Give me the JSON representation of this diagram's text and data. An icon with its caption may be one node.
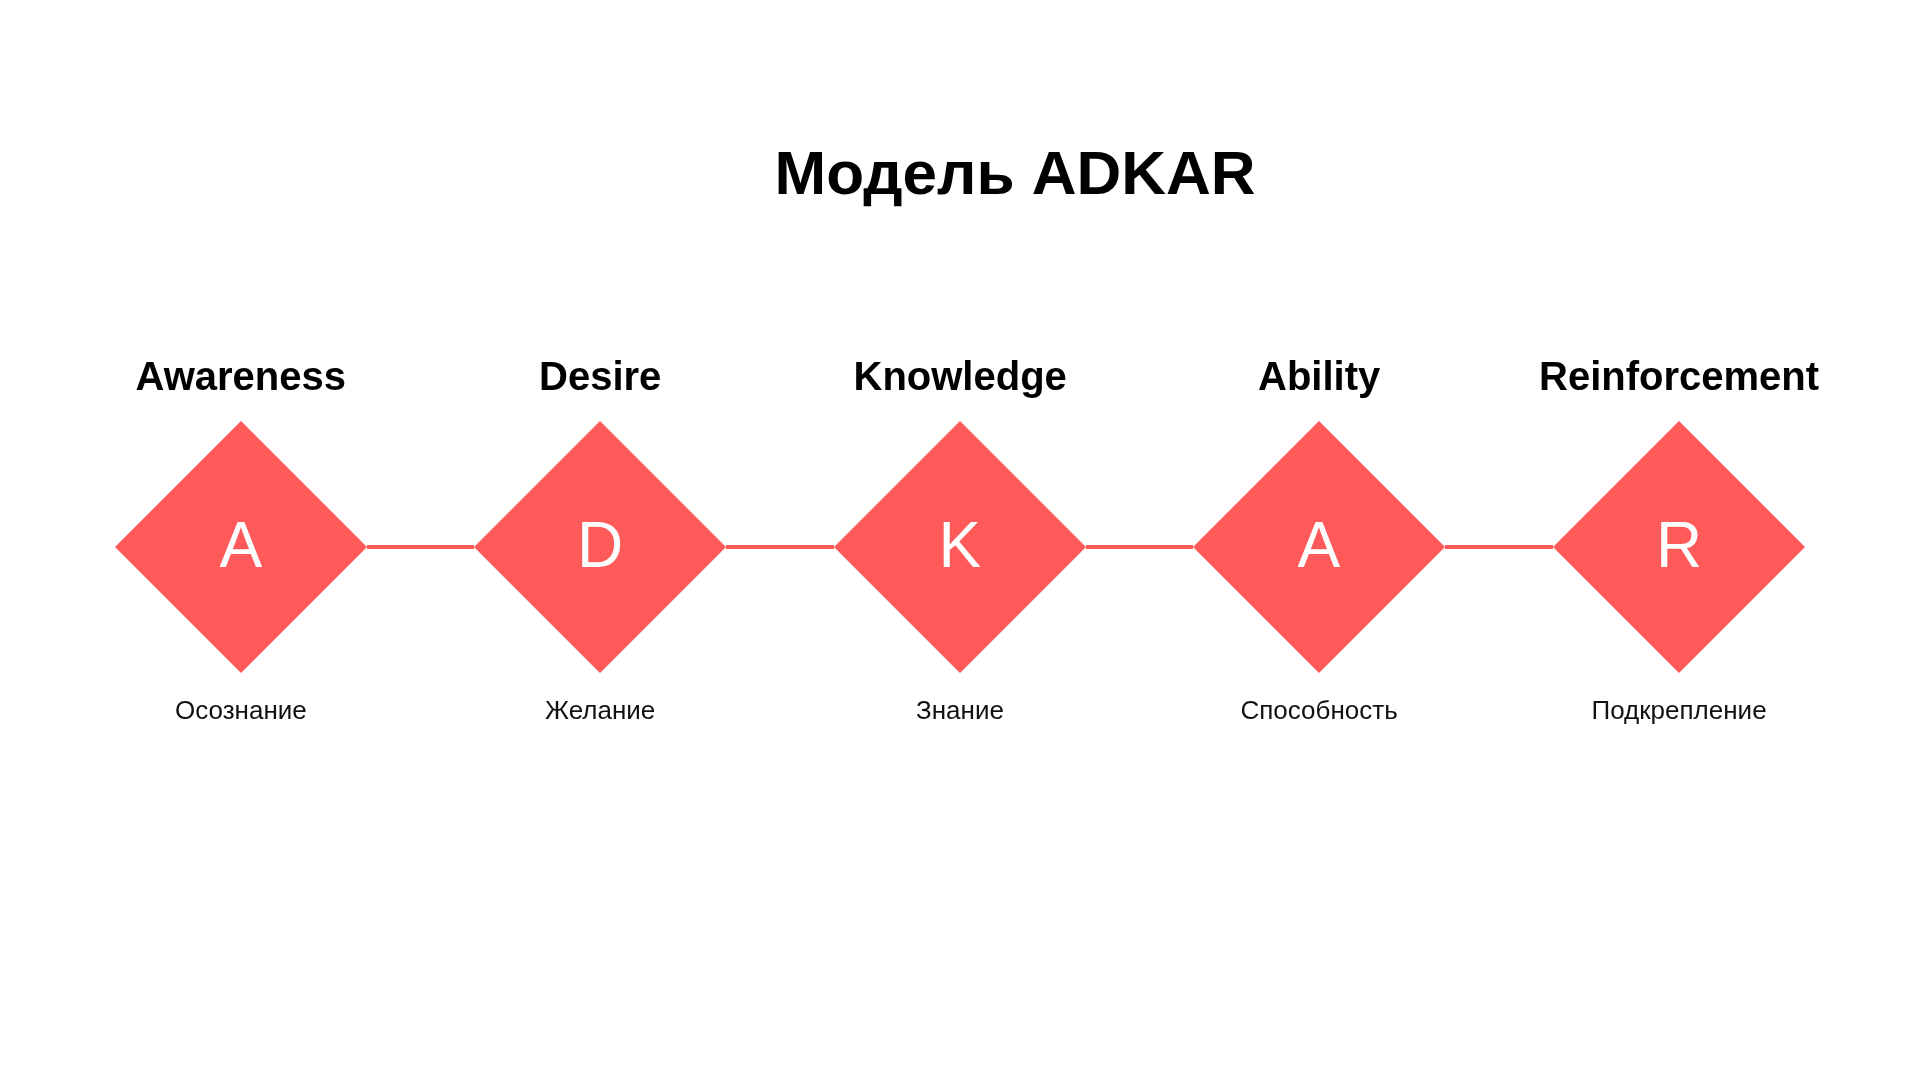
{
  "diagram": {
    "title": "Модель ADKAR",
    "nodes": [
      {
        "text": [
          "Awareness",
          "A"
        ],
        "beside": [
          "Осознание"
        ]
      },
      {
        "text": [
          "Desire",
          "D"
        ],
        "beside": [
          "Желание"
        ]
      },
      {
        "text": [
          "Knowledge",
          "K"
        ],
        "beside": [
          "Знание"
        ]
      },
      {
        "text": [
          "Ability",
          "A"
        ],
        "beside": [
          "Способность"
        ]
      },
      {
        "text": [
          "Reinforcement",
          "R"
        ],
        "beside": [
          "Подкрепление"
        ]
      }
    ],
    "edges": [
      {
        "from": 0,
        "to": 1,
        "arrow": "none"
      },
      {
        "from": 1,
        "to": 2,
        "arrow": "none"
      },
      {
        "from": 2,
        "to": 3,
        "arrow": "none"
      },
      {
        "from": 3,
        "to": 4,
        "arrow": "none"
      }
    ]
  }
}
